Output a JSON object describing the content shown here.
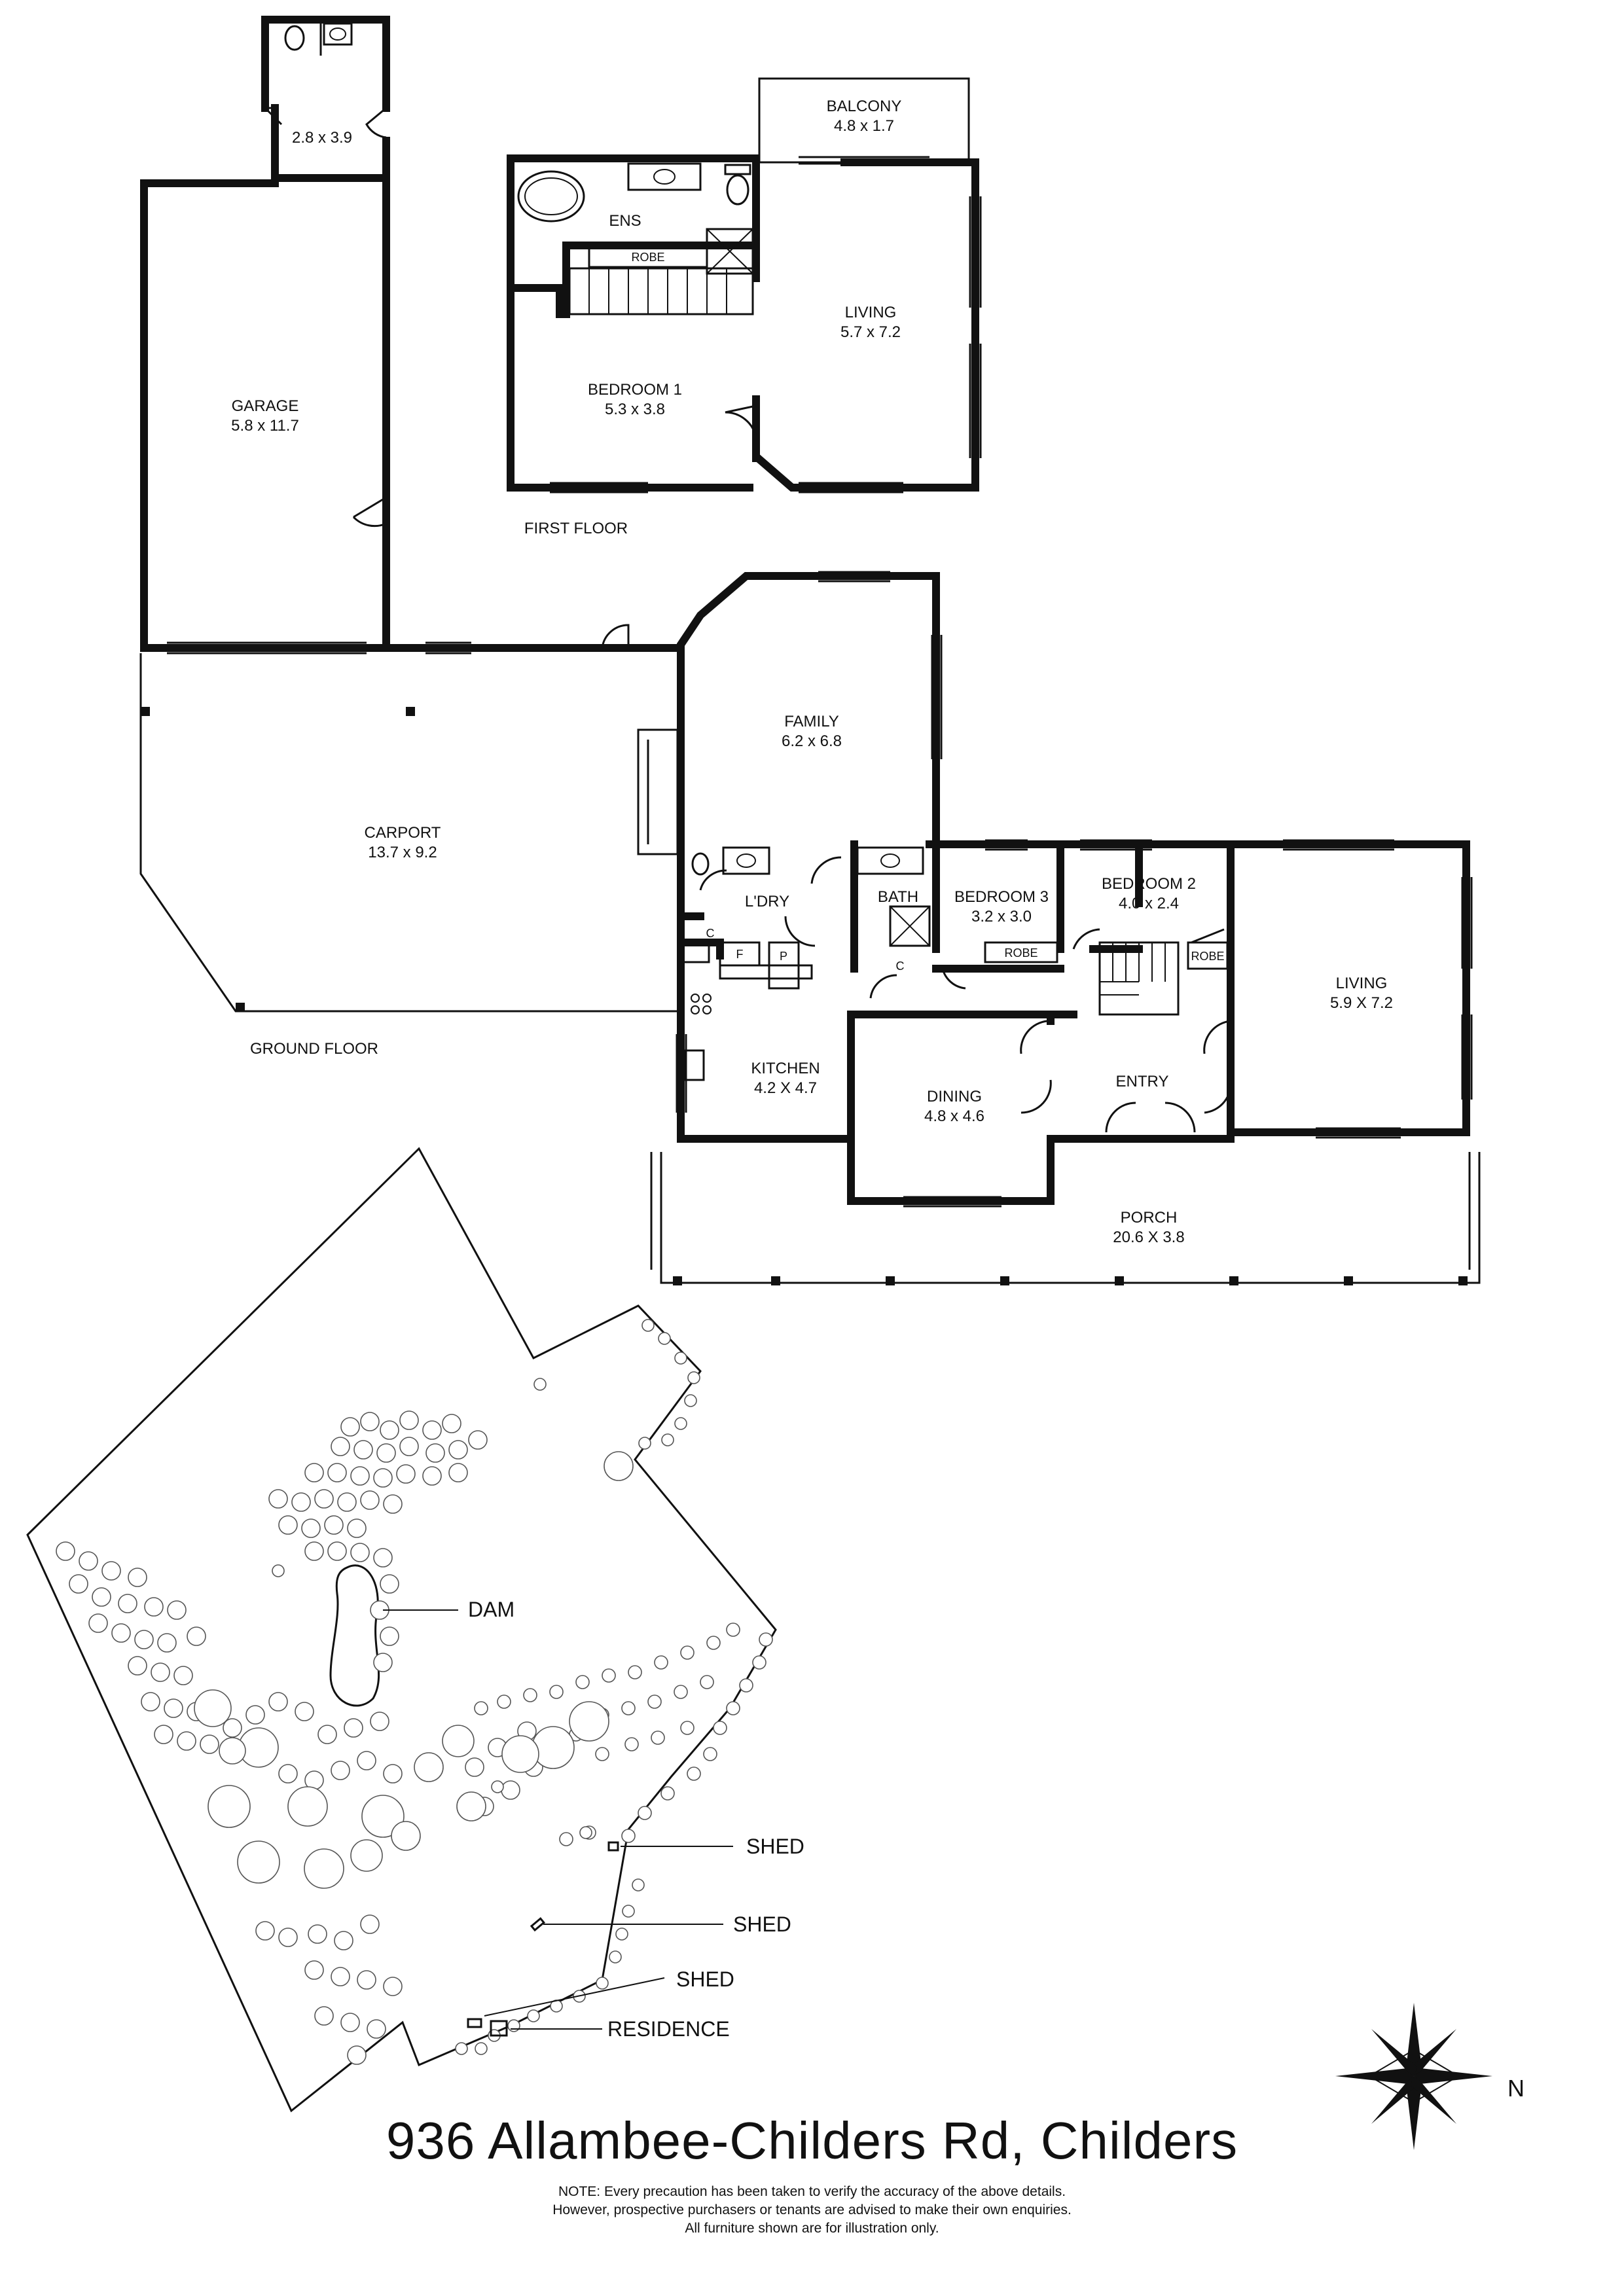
{
  "rooms": {
    "wc_room": {
      "dims": "2.8 x 3.9"
    },
    "garage": {
      "name": "GARAGE",
      "dims": "5.8 x 11.7"
    },
    "balcony": {
      "name": "BALCONY",
      "dims": "4.8 x 1.7"
    },
    "ens": {
      "name": "ENS"
    },
    "robe_first": {
      "name": "ROBE"
    },
    "living_first": {
      "name": "LIVING",
      "dims": "5.7 x 7.2"
    },
    "bedroom1": {
      "name": "BEDROOM 1",
      "dims": "5.3 x 3.8"
    },
    "family": {
      "name": "FAMILY",
      "dims": "6.2 x 6.8"
    },
    "carport": {
      "name": "CARPORT",
      "dims": "13.7 x 9.2"
    },
    "ldry": {
      "name": "L'DRY"
    },
    "bath": {
      "name": "BATH"
    },
    "bedroom3": {
      "name": "BEDROOM 3",
      "dims": "3.2 x 3.0"
    },
    "bedroom2": {
      "name": "BEDROOM 2",
      "dims": "4.0 x 2.4"
    },
    "living_ground": {
      "name": "LIVING",
      "dims": "5.9 X 7.2"
    },
    "kitchen": {
      "name": "KITCHEN",
      "dims": "4.2 X 4.7"
    },
    "dining": {
      "name": "DINING",
      "dims": "4.8 x 4.6"
    },
    "entry": {
      "name": "ENTRY"
    },
    "porch": {
      "name": "PORCH",
      "dims": "20.6 X 3.8"
    },
    "robe_b3": {
      "name": "ROBE"
    },
    "robe_b2": {
      "name": "ROBE"
    },
    "c_ldry": {
      "name": "C"
    },
    "c_bath": {
      "name": "C"
    },
    "fridge": {
      "name": "F"
    },
    "pantry": {
      "name": "P"
    }
  },
  "floor_labels": {
    "first": "FIRST FLOOR",
    "ground": "GROUND FLOOR"
  },
  "site": {
    "dam": "DAM",
    "shed1": "SHED",
    "shed2": "SHED",
    "shed3": "SHED",
    "residence": "RESIDENCE"
  },
  "compass": {
    "north": "N"
  },
  "title": "936 Allambee-Childers Rd, Childers",
  "note": [
    "NOTE: Every precaution has been taken to verify the accuracy of the above details.",
    "However, prospective purchasers or tenants are advised to make their own enquiries.",
    "All furniture shown are for illustration only."
  ]
}
